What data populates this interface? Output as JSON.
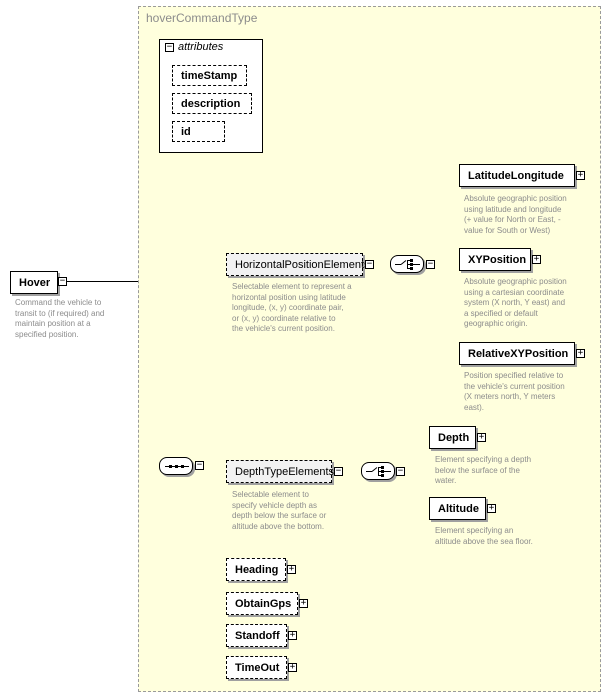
{
  "type_name": "hoverCommandType",
  "attributes": {
    "title": "attributes",
    "items": [
      "timeStamp",
      "description",
      "id"
    ]
  },
  "hover": {
    "name": "Hover",
    "doc": [
      "Command the vehicle to",
      "transit to (if required) and",
      "maintain position at a",
      "specified position."
    ]
  },
  "horizontal": {
    "name": "HorizontalPositionElements",
    "doc": [
      "Selectable element to represent a",
      "horizontal position using latitude",
      "longitude, (x, y) coordinate pair,",
      "or (x, y) coordinate relative to",
      "the vehicle's current position."
    ],
    "children": [
      {
        "name": "LatitudeLongitude",
        "doc": [
          "Absolute geographic position",
          "using latitude and longitude",
          "(+ value for North or East, -",
          "value for South or West)"
        ]
      },
      {
        "name": "XYPosition",
        "doc": [
          "Absolute geographic position",
          "using a cartesian coordinate",
          "system (X north, Y east) and",
          "a specified or default",
          "geographic origin."
        ]
      },
      {
        "name": "RelativeXYPosition",
        "doc": [
          "Position specified relative to",
          "the vehicle's current position",
          "(X meters north, Y meters",
          "east)."
        ]
      }
    ]
  },
  "depth": {
    "name": "DepthTypeElements",
    "doc": [
      "Selectable element to",
      "specify vehicle depth as",
      "depth below the surface or",
      "altitude above the bottom."
    ],
    "children": [
      {
        "name": "Depth",
        "doc": [
          "Element specifying a depth",
          "below the surface of the",
          "water."
        ]
      },
      {
        "name": "Altitude",
        "doc": [
          "Element specifying an",
          "altitude above the sea floor."
        ]
      }
    ]
  },
  "optional_elements": [
    "Heading",
    "ObtainGps",
    "Standoff",
    "TimeOut"
  ],
  "symbols": {
    "expand": "+",
    "collapse": "−"
  },
  "colors": {
    "type_background": "#ffffdd",
    "doc_text": "#8c8c8c"
  }
}
